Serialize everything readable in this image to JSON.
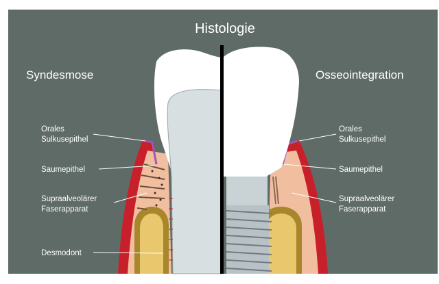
{
  "title": "Histologie",
  "left_heading": "Syndesmose",
  "right_heading": "Osseointegration",
  "left_labels": {
    "orales_1": "Orales",
    "orales_2": "Sulkusepithel",
    "saum": "Saumepithel",
    "supra_1": "Supraalveolärer",
    "supra_2": "Faserapparat",
    "desmodont": "Desmodont"
  },
  "right_labels": {
    "orales_1": "Orales",
    "orales_2": "Sulkusepithel",
    "saum": "Saumepithel",
    "supra_1": "Supraalveolärer",
    "supra_2": "Faserapparat"
  },
  "colors": {
    "background": "#5f6b67",
    "crown": "#ffffff",
    "dentin": "#d7dfe0",
    "gingiva": "#c8202a",
    "connective": "#f2bea0",
    "bone": "#a8862c",
    "pulp_canal": "#4a4f45",
    "implant": "#c9d2d5",
    "divider": "#000000"
  }
}
